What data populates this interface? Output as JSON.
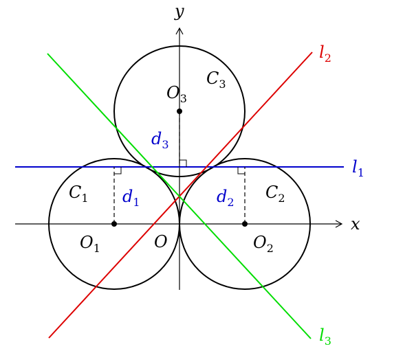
{
  "axes": {
    "x_label": "x",
    "y_label": "y",
    "origin_label": "O"
  },
  "circles": [
    {
      "label": "C",
      "label_sub": "1",
      "center_label": "O",
      "center_sub": "1",
      "distance_label": "d",
      "distance_sub": "1"
    },
    {
      "label": "C",
      "label_sub": "2",
      "center_label": "O",
      "center_sub": "2",
      "distance_label": "d",
      "distance_sub": "2"
    },
    {
      "label": "C",
      "label_sub": "3",
      "center_label": "O",
      "center_sub": "3",
      "distance_label": "d",
      "distance_sub": "3"
    }
  ],
  "lines": [
    {
      "label": "l",
      "label_sub": "1",
      "color": "#0000cc"
    },
    {
      "label": "l",
      "label_sub": "2",
      "color": "#dd0000"
    },
    {
      "label": "l",
      "label_sub": "3",
      "color": "#00dd00"
    }
  ],
  "colors": {
    "distance_label": "#0000cc"
  }
}
